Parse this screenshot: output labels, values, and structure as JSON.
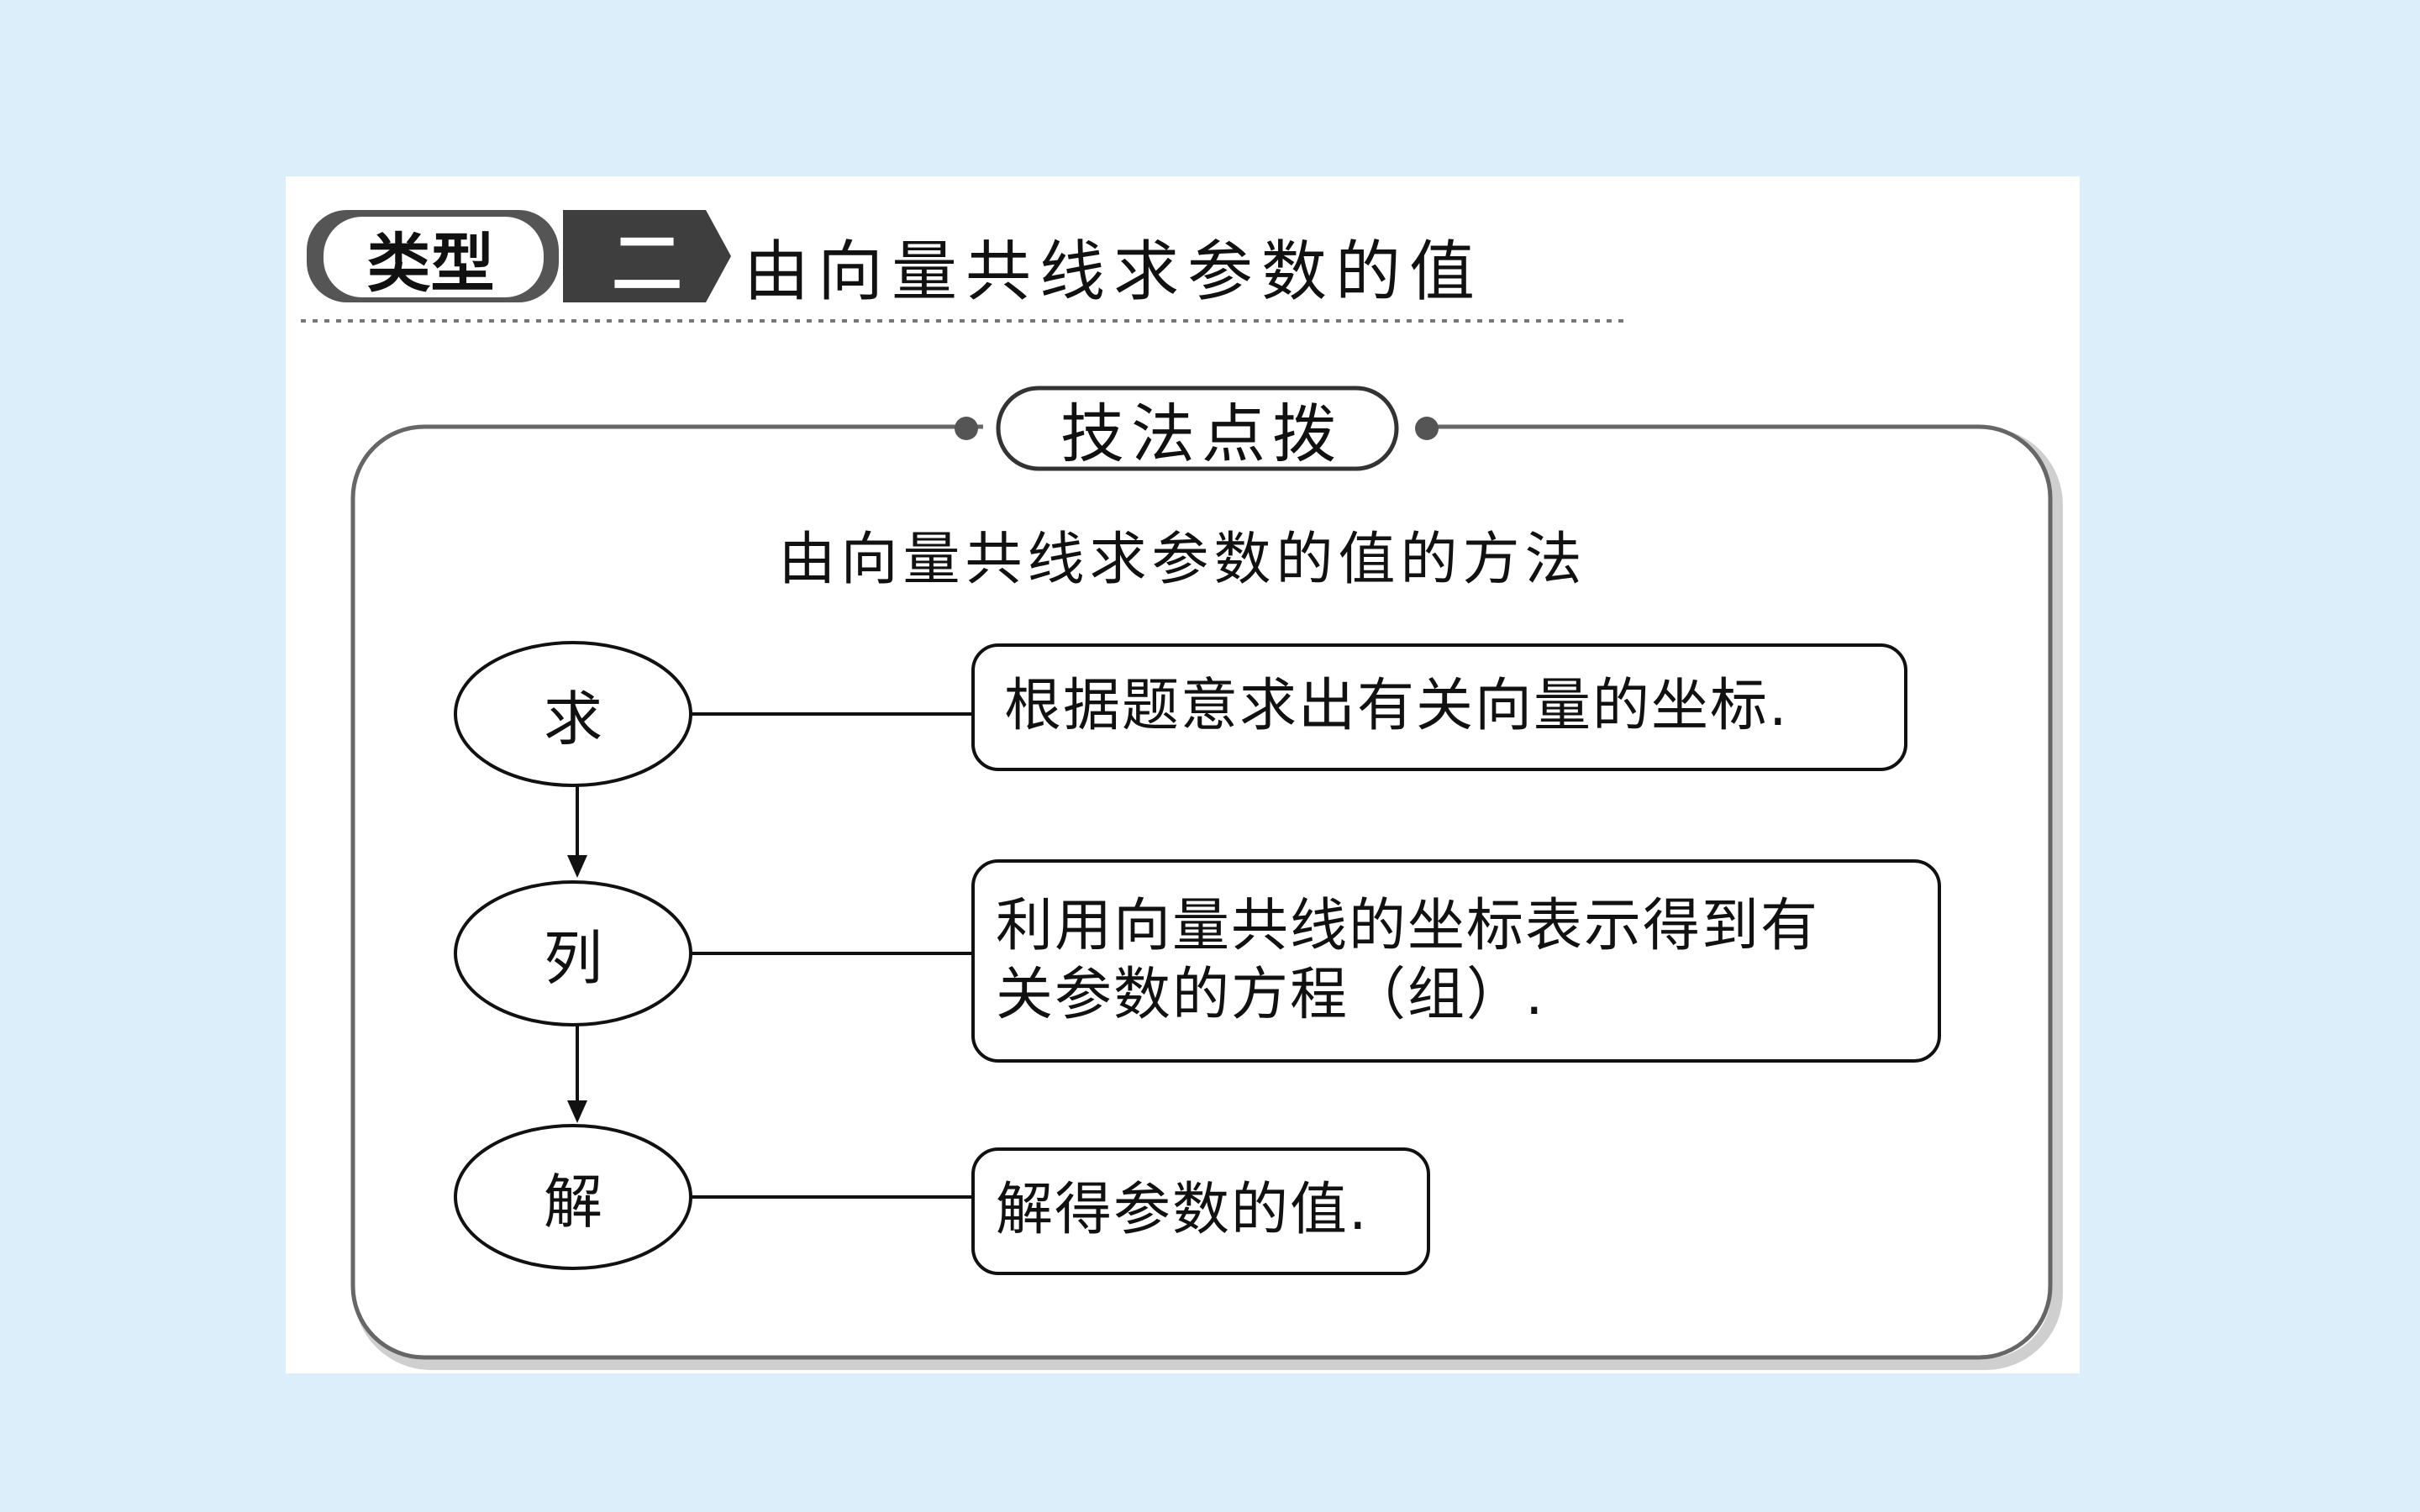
{
  "heading": {
    "label": "类型",
    "number": "二",
    "title": "由向量共线求参数的值"
  },
  "tips": {
    "badge": "技法点拨",
    "method_title": "由向量共线求参数的值的方法"
  },
  "steps": [
    {
      "node": "求",
      "lines": [
        "根据题意求出有关向量的坐标."
      ]
    },
    {
      "node": "列",
      "lines": [
        "利用向量共线的坐标表示得到有",
        "关参数的方程（组）."
      ]
    },
    {
      "node": "解",
      "lines": [
        "解得参数的值."
      ]
    }
  ]
}
